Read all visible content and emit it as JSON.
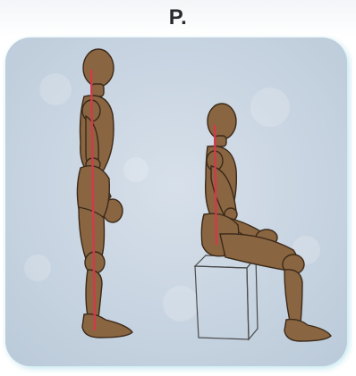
{
  "panel": {
    "label": "P."
  },
  "figures": {
    "standing": {
      "name": "standing-figure",
      "posture": "standing"
    },
    "seated": {
      "name": "seated-figure",
      "posture": "seated on box"
    }
  },
  "colors": {
    "panel_fill": "#c9d6e3",
    "panel_edge": "#a9d9e6",
    "mannequin_fill": "#8a6541",
    "mannequin_stroke": "#3b2a1a",
    "spine_line": "#d23a4a",
    "box_stroke": "#4a4a4a"
  }
}
